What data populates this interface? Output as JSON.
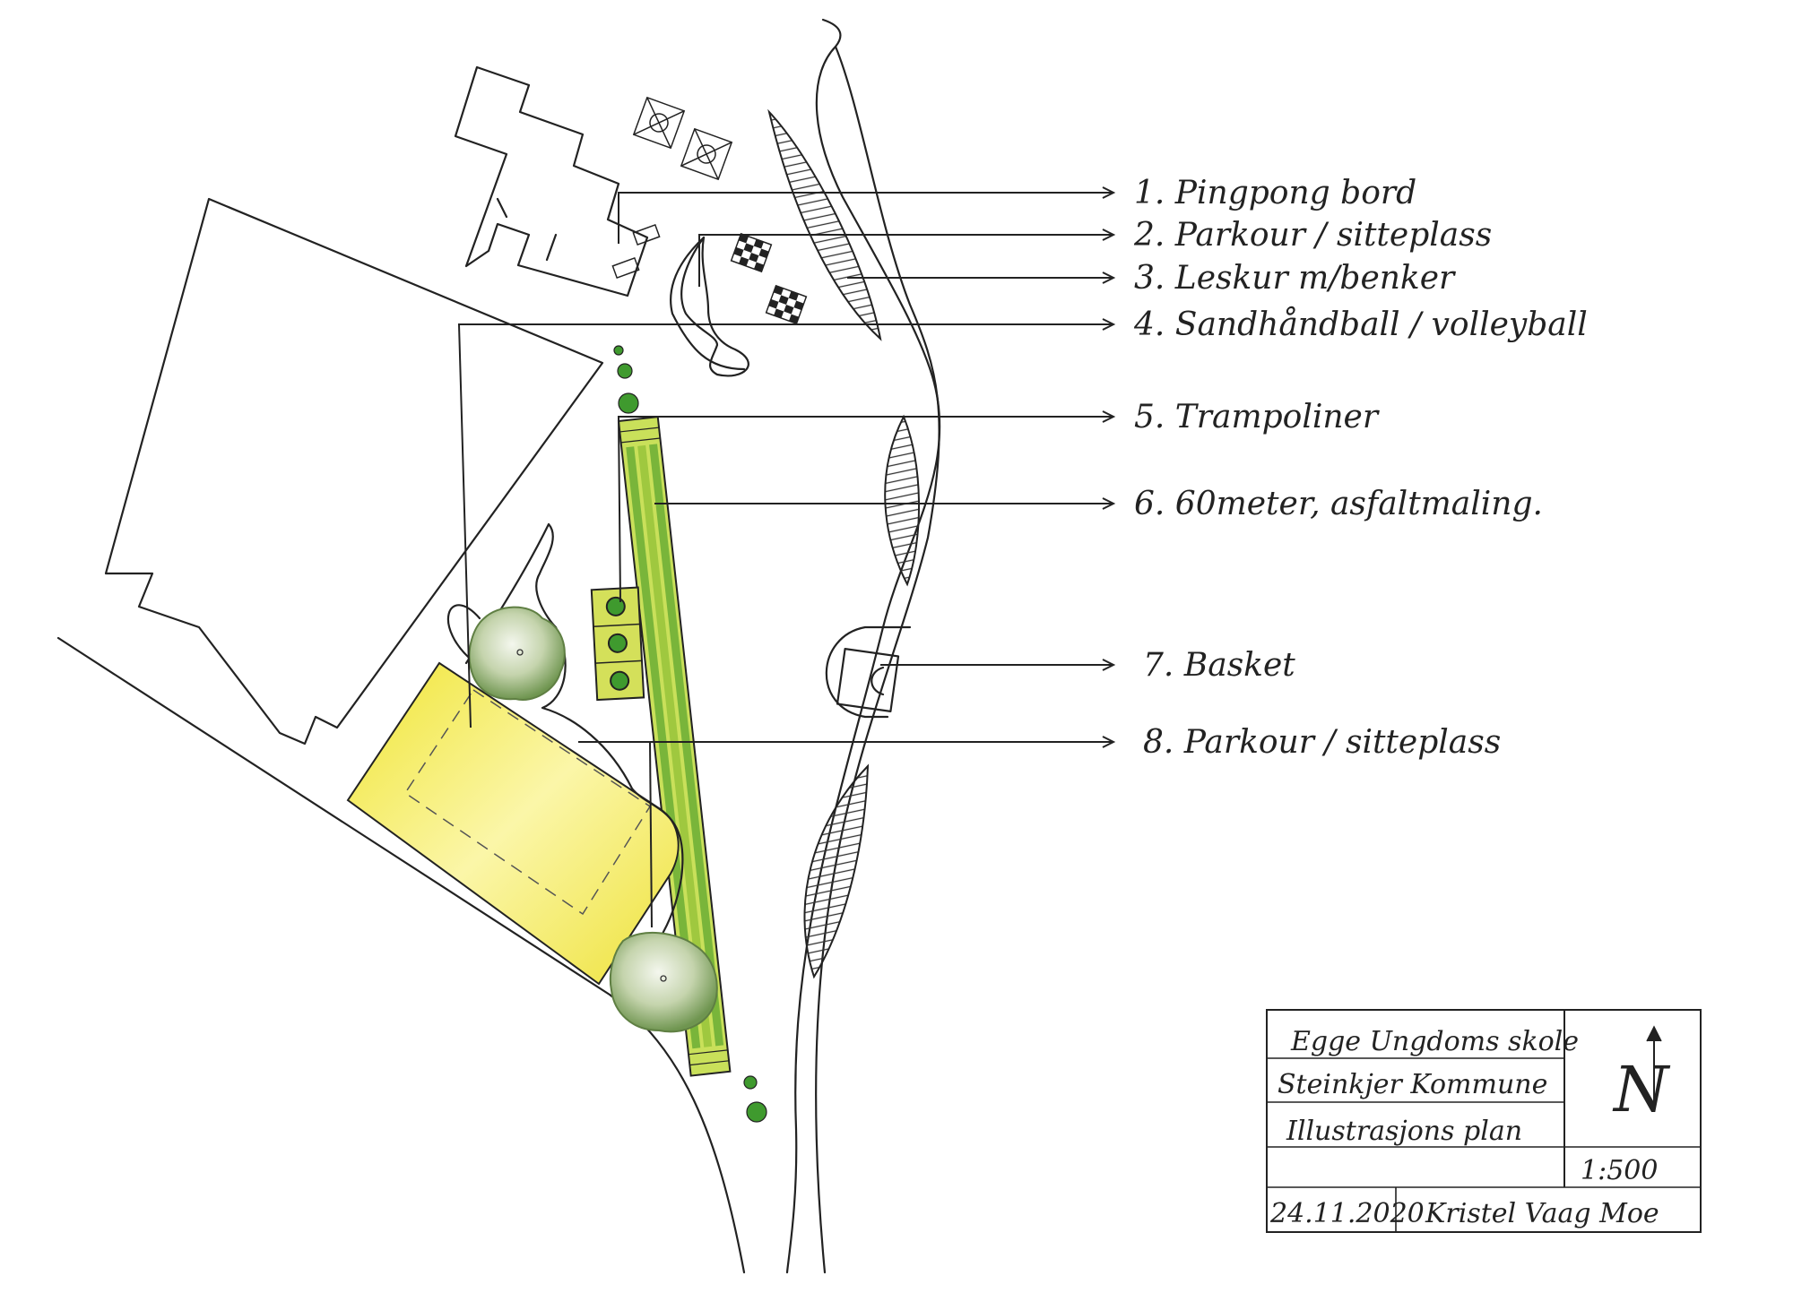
{
  "legend": [
    {
      "label": "1. Pingpong bord"
    },
    {
      "label": "2. Parkour / sitteplass"
    },
    {
      "label": "3. Leskur m/benker"
    },
    {
      "label": "4. Sandhåndball / volleyball"
    },
    {
      "label": "5. Trampoliner"
    },
    {
      "label": "6. 60meter, asfaltmaling."
    },
    {
      "label": "7. Basket"
    },
    {
      "label": "8. Parkour / sitteplass"
    }
  ],
  "title_block": {
    "school": "Egge Ungdoms skole",
    "municipality": "Steinkjer Kommune",
    "plan_type": "Illustrasjons plan",
    "north": "N",
    "scale": "1:500",
    "date": "24.11.2020",
    "author": "Kristel Vaag Moe"
  },
  "colors": {
    "ink": "#222222",
    "sand_court": "#f2ec3a",
    "track_green": "#79b53a",
    "track_light": "#c9e05a",
    "tree_green": "#7fa35a",
    "dot_green": "#3f9a2e"
  }
}
